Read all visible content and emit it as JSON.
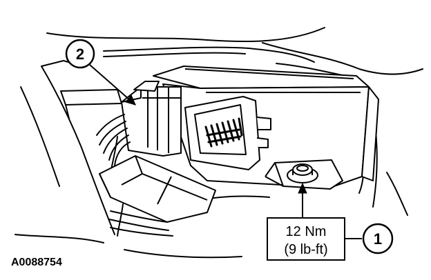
{
  "figure": {
    "reference_code": "A0088754",
    "callouts": [
      {
        "number": "1"
      },
      {
        "number": "2"
      }
    ],
    "torque_spec": {
      "metric": "12 Nm",
      "imperial": "(9 lb-ft)"
    },
    "colors": {
      "line": "#000000",
      "background": "#ffffff"
    }
  }
}
